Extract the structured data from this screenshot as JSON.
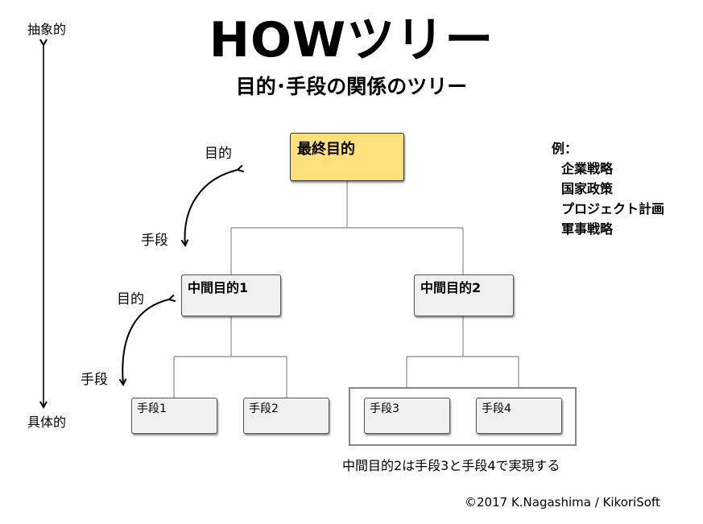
{
  "title": "HOWツリー",
  "subtitle": "目的･手段の関係のツリー",
  "axis": {
    "top_label": "抽象的",
    "bottom_label": "具体的"
  },
  "relations": [
    {
      "purpose": "目的",
      "means": "手段"
    },
    {
      "purpose": "目的",
      "means": "手段"
    }
  ],
  "tree": {
    "root": "最終目的",
    "middle": [
      "中間目的1",
      "中間目的2"
    ],
    "leaves": [
      "手段1",
      "手段2",
      "手段3",
      "手段4"
    ]
  },
  "examples": {
    "heading": "例：",
    "items": [
      "企業戦略",
      "国家政策",
      "プロジェクト計画",
      "軍事戦略"
    ]
  },
  "note": "中間目的2は手段3と手段4で実現する",
  "copyright": "©2017 K.Nagashima / KikoriSoft"
}
